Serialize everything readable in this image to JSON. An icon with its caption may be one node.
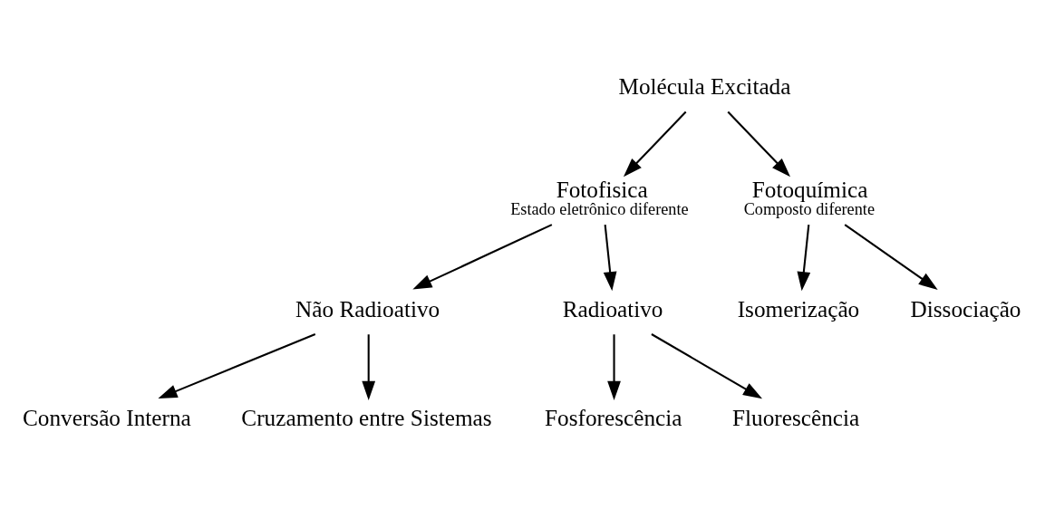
{
  "diagram": {
    "nodes": [
      {
        "text": [
          "Molécula Excitada"
        ]
      },
      {
        "text": [
          "Fotofisica",
          "Estado eletrônico diferente"
        ]
      },
      {
        "text": [
          "Fotoquímica",
          "Composto diferente"
        ]
      },
      {
        "text": [
          "Não Radioativo"
        ]
      },
      {
        "text": [
          "Radioativo"
        ]
      },
      {
        "text": [
          "Isomerização"
        ]
      },
      {
        "text": [
          "Dissociação"
        ]
      },
      {
        "text": [
          "Conversão Interna"
        ]
      },
      {
        "text": [
          "Cruzamento entre Sistemas"
        ]
      },
      {
        "text": [
          "Fosforescência"
        ]
      },
      {
        "text": [
          "Fluorescência"
        ]
      }
    ],
    "edges": [
      {
        "from": 0,
        "to": 1,
        "arrow": "to"
      },
      {
        "from": 0,
        "to": 2,
        "arrow": "to"
      },
      {
        "from": 1,
        "to": 3,
        "arrow": "to"
      },
      {
        "from": 1,
        "to": 4,
        "arrow": "to"
      },
      {
        "from": 2,
        "to": 5,
        "arrow": "to"
      },
      {
        "from": 2,
        "to": 6,
        "arrow": "to"
      },
      {
        "from": 3,
        "to": 7,
        "arrow": "to"
      },
      {
        "from": 3,
        "to": 8,
        "arrow": "to"
      },
      {
        "from": 4,
        "to": 9,
        "arrow": "to"
      },
      {
        "from": 4,
        "to": 10,
        "arrow": "to"
      }
    ]
  }
}
